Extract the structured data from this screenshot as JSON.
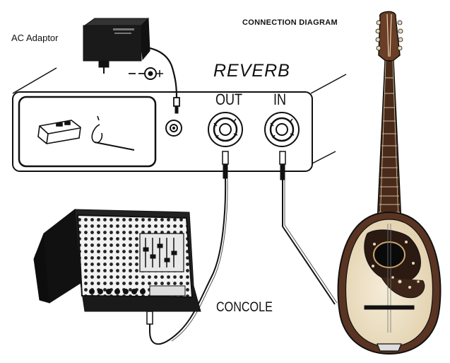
{
  "title": "CONNECTION DIAGRAM",
  "labels": {
    "ac_adaptor": "AC Adaptor",
    "device": "REVERB",
    "output_jack": "OUT",
    "input_jack": "IN",
    "console": "CONCOLE"
  },
  "colors": {
    "line": "#111111",
    "wood": "#5a3422",
    "soundboard": "#eee3cc"
  }
}
